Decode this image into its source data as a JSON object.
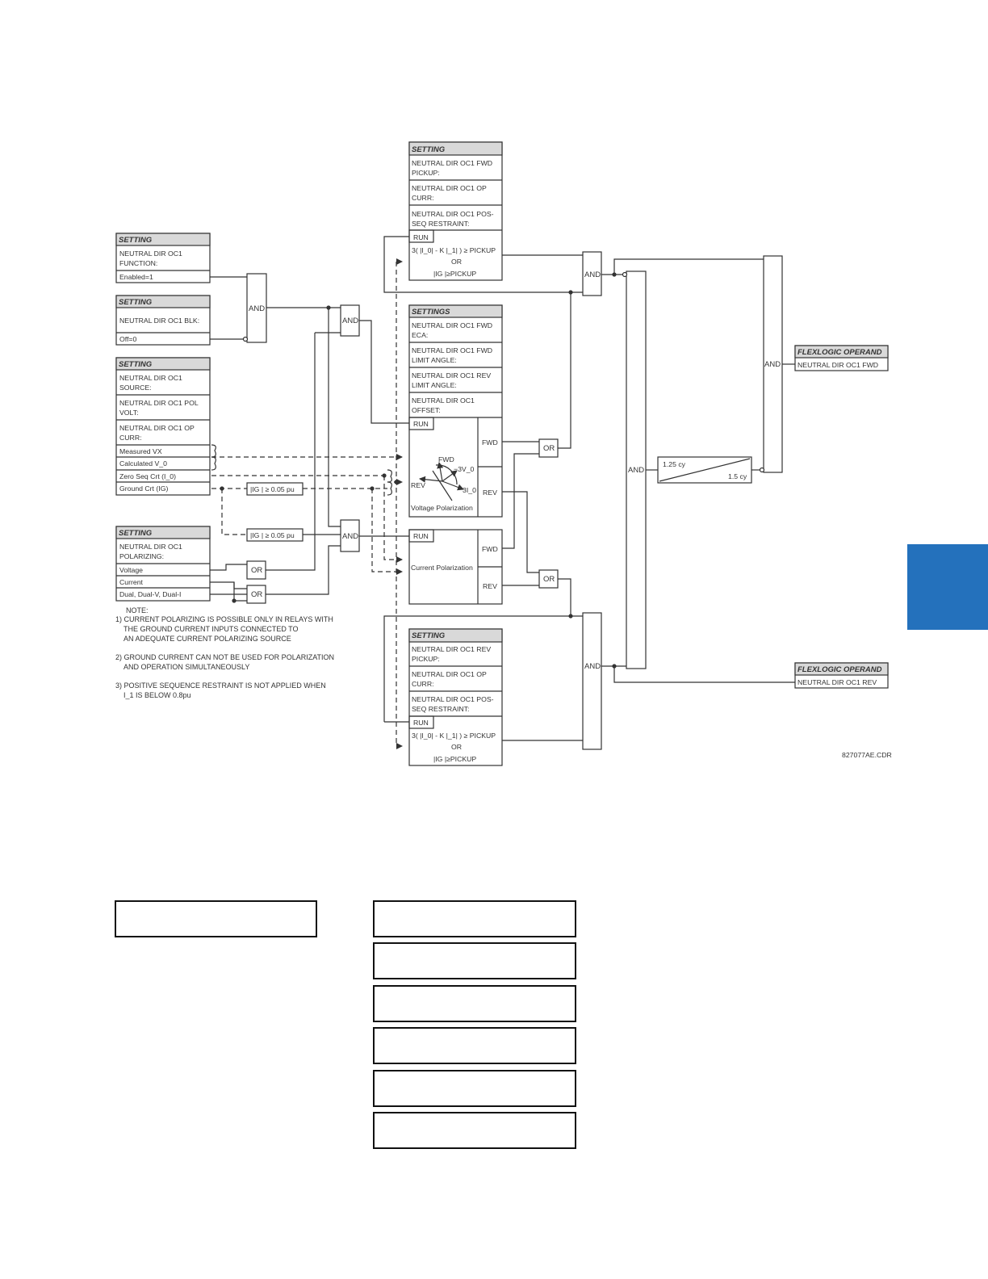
{
  "colors": {
    "section_tab": "#2471bc",
    "header_fill": "#d9d9d9",
    "line": "#333333"
  },
  "setting_blocks": {
    "function": {
      "header": "SETTING",
      "name": "NEUTRAL DIR OC1 FUNCTION:",
      "value": "Enabled=1"
    },
    "block": {
      "header": "SETTING",
      "name": "NEUTRAL DIR OC1 BLK:",
      "value": "Off=0"
    },
    "source": {
      "header": "SETTING",
      "name": "NEUTRAL DIR OC1 SOURCE:",
      "pol_volt": "NEUTRAL DIR OC1 POL VOLT:",
      "op_curr": "NEUTRAL DIR OC1 OP CURR:",
      "rows": [
        "Measured VX",
        "Calculated V_0",
        "Zero Seq Crt (I_0)",
        "Ground Crt (IG)"
      ]
    },
    "polarizing": {
      "header": "SETTING",
      "name": "NEUTRAL DIR OC1 POLARIZING:",
      "rows": [
        "Voltage",
        "Current",
        "Dual, Dual-V, Dual-I"
      ]
    }
  },
  "fwd_block": {
    "header": "SETTING",
    "pickup": "NEUTRAL DIR OC1 FWD PICKUP:",
    "op_curr": "NEUTRAL DIR OC1 OP CURR:",
    "pos_seq": "NEUTRAL DIR OC1 POS-SEQ RESTRAINT:",
    "run": "RUN",
    "eq1": "3( |I_0| - K |_1| ) ≥ PICKUP",
    "or": "OR",
    "eq2": "|IG |≥PICKUP"
  },
  "angle_block": {
    "header": "SETTINGS",
    "rows": [
      "NEUTRAL DIR OC1 FWD ECA:",
      "NEUTRAL DIR OC1 FWD LIMIT ANGLE:",
      "NEUTRAL DIR OC1 REV LIMIT ANGLE:",
      "NEUTRAL DIR OC1 OFFSET:"
    ],
    "run": "RUN",
    "fwd": "FWD",
    "rev": "REV",
    "phasor_fwd": "FWD",
    "phasor_rev": "REV",
    "phasor_v": "−3V_0",
    "phasor_i": "3I_0",
    "caption": "Voltage Polarization"
  },
  "current_pol_block": {
    "run": "RUN",
    "fwd": "FWD",
    "rev": "REV",
    "caption": "Current Polarization"
  },
  "rev_block": {
    "header": "SETTING",
    "pickup": "NEUTRAL DIR OC1 REV PICKUP:",
    "op_curr": "NEUTRAL DIR OC1 OP CURR:",
    "pos_seq": "NEUTRAL DIR OC1 POS-SEQ RESTRAINT:",
    "run": "RUN",
    "eq1": "3( |I_0| - K |_1| ) ≥ PICKUP",
    "or": "OR",
    "eq2": "|IG |≥PICKUP"
  },
  "gates": {
    "and": "AND",
    "or": "OR"
  },
  "comparators": {
    "ig1": "|IG |  ≥  0.05 pu",
    "ig2": "|IG |  ≥  0.05 pu"
  },
  "timer": {
    "pickup": "1.25 cy",
    "dropout": "1.5 cy"
  },
  "outputs": [
    {
      "header": "FLEXLOGIC OPERAND",
      "name": "NEUTRAL DIR OC1 FWD"
    },
    {
      "header": "FLEXLOGIC OPERAND",
      "name": "NEUTRAL DIR OC1 REV"
    }
  ],
  "notes": {
    "title": "NOTE:",
    "lines": [
      "1) CURRENT POLARIZING IS POSSIBLE ONLY IN RELAYS WITH",
      "THE GROUND CURRENT INPUTS CONNECTED TO",
      "AN ADEQUATE CURRENT POLARIZING SOURCE",
      "2) GROUND CURRENT CAN NOT BE USED FOR POLARIZATION",
      "AND OPERATION SIMULTANEOUSLY",
      "3) POSITIVE SEQUENCE RESTRAINT IS NOT APPLIED WHEN",
      "I_1 IS BELOW 0.8pu"
    ]
  },
  "figure_id": "827077AE.CDR"
}
